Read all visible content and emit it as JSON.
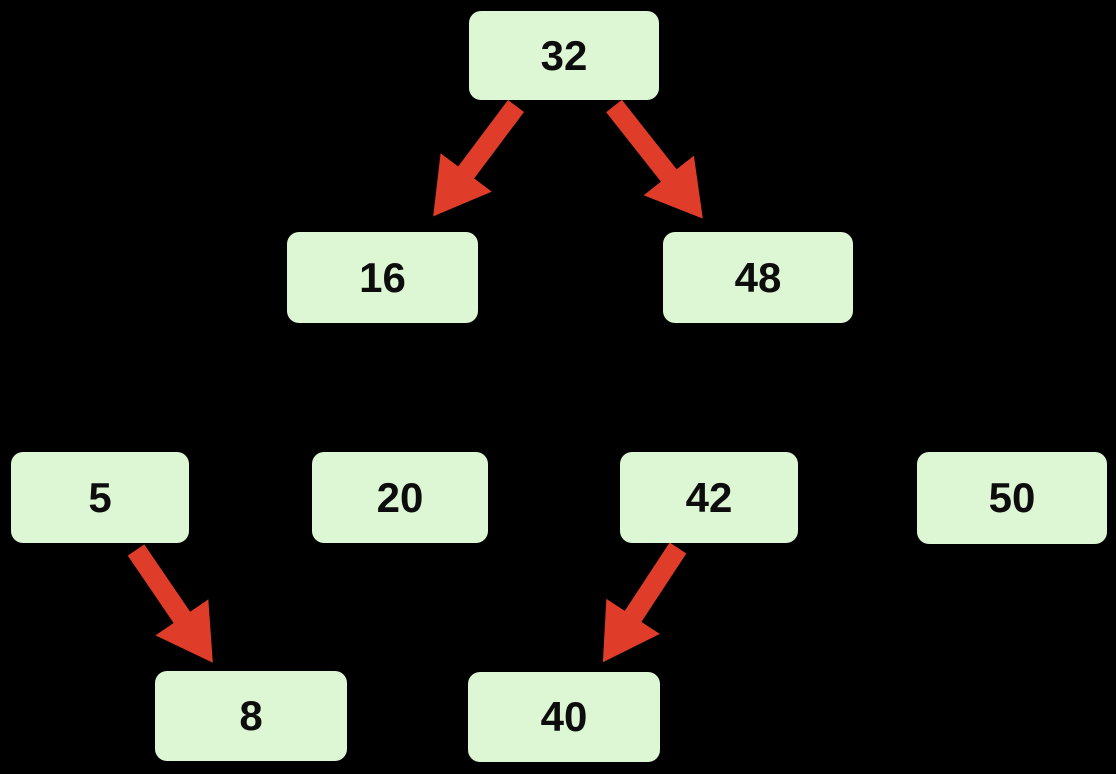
{
  "diagram": {
    "type": "binary-search-tree",
    "colors": {
      "background": "#000000",
      "node_fill": "#ddf6d3",
      "node_text": "#0d0d0d",
      "arrow_color": "#e03c2a"
    },
    "nodes": [
      {
        "id": "32",
        "label": "32",
        "level": 1
      },
      {
        "id": "16",
        "label": "16",
        "level": 2
      },
      {
        "id": "48",
        "label": "48",
        "level": 2
      },
      {
        "id": "5",
        "label": "5",
        "level": 3
      },
      {
        "id": "20",
        "label": "20",
        "level": 3
      },
      {
        "id": "42",
        "label": "42",
        "level": 3
      },
      {
        "id": "50",
        "label": "50",
        "level": 3
      },
      {
        "id": "8",
        "label": "8",
        "level": 4
      },
      {
        "id": "40",
        "label": "40",
        "level": 4
      }
    ],
    "edges": [
      {
        "from": "32",
        "to": "16"
      },
      {
        "from": "32",
        "to": "48"
      },
      {
        "from": "5",
        "to": "8"
      },
      {
        "from": "42",
        "to": "40"
      }
    ]
  }
}
